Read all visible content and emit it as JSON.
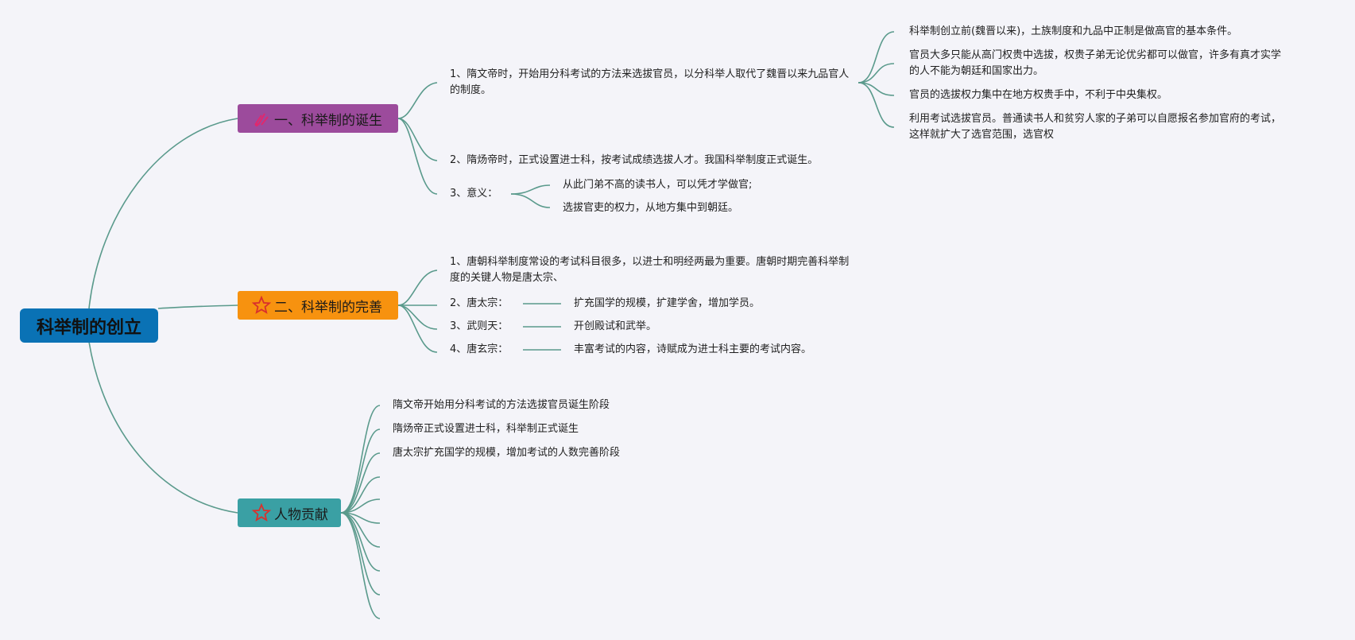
{
  "root": {
    "label": "科举制的创立"
  },
  "branches": [
    {
      "label": "一、科举制的诞生",
      "icon": "paper-cut-icon",
      "color": "#9c4b9c",
      "items": [
        "1、隋文帝时，开始用分科考试的方法来选拔官员，以分科举人取代了魏晋以来九品官人的制度。",
        "2、隋炀帝时，正式设置进士科，按考试成绩选拔人才。我国科举制度正式诞生。",
        "3、意义："
      ],
      "item1_children": [
        "科举制创立前(魏晋以来)，土族制度和九品中正制是做高官的基本条件。",
        "官员大多只能从高门权贵中选拔，权贵子弟无论优劣都可以做官，许多有真才实学的人不能为朝廷和国家出力。",
        "官员的选拔权力集中在地方权贵手中，不利于中央集权。",
        "利用考试选拔官员。普通读书人和贫穷人家的子弟可以自愿报名参加官府的考试，这样就扩大了选官范围，选官权"
      ],
      "item3_children": [
        "从此门弟不高的读书人，可以凭才学做官;",
        "选拔官吏的权力，从地方集中到朝廷。"
      ]
    },
    {
      "label": "二、科举制的完善",
      "icon": "star-icon",
      "color": "#f7920f",
      "items": [
        "1、唐朝科举制度常设的考试科目很多，以进士和明经两最为重要。唐朝时期完善科举制度的关键人物是唐太宗、",
        "2、唐太宗：",
        "3、武则天：",
        "4、唐玄宗："
      ],
      "details": [
        "扩充国学的规模，扩建学舍，增加学员。",
        "开创殿试和武举。",
        "丰富考试的内容，诗赋成为进士科主要的考试内容。"
      ]
    },
    {
      "label": "人物贡献",
      "icon": "star-icon",
      "color": "#3aa0a4",
      "items": [
        "隋文帝开始用分科考试的方法选拔官员诞生阶段",
        "隋炀帝正式设置进士科，科举制正式诞生",
        "唐太宗扩充国学的规模，增加考试的人数完善阶段"
      ]
    }
  ],
  "colors": {
    "root": "#0a72b5",
    "line": "#5a9a8c"
  }
}
